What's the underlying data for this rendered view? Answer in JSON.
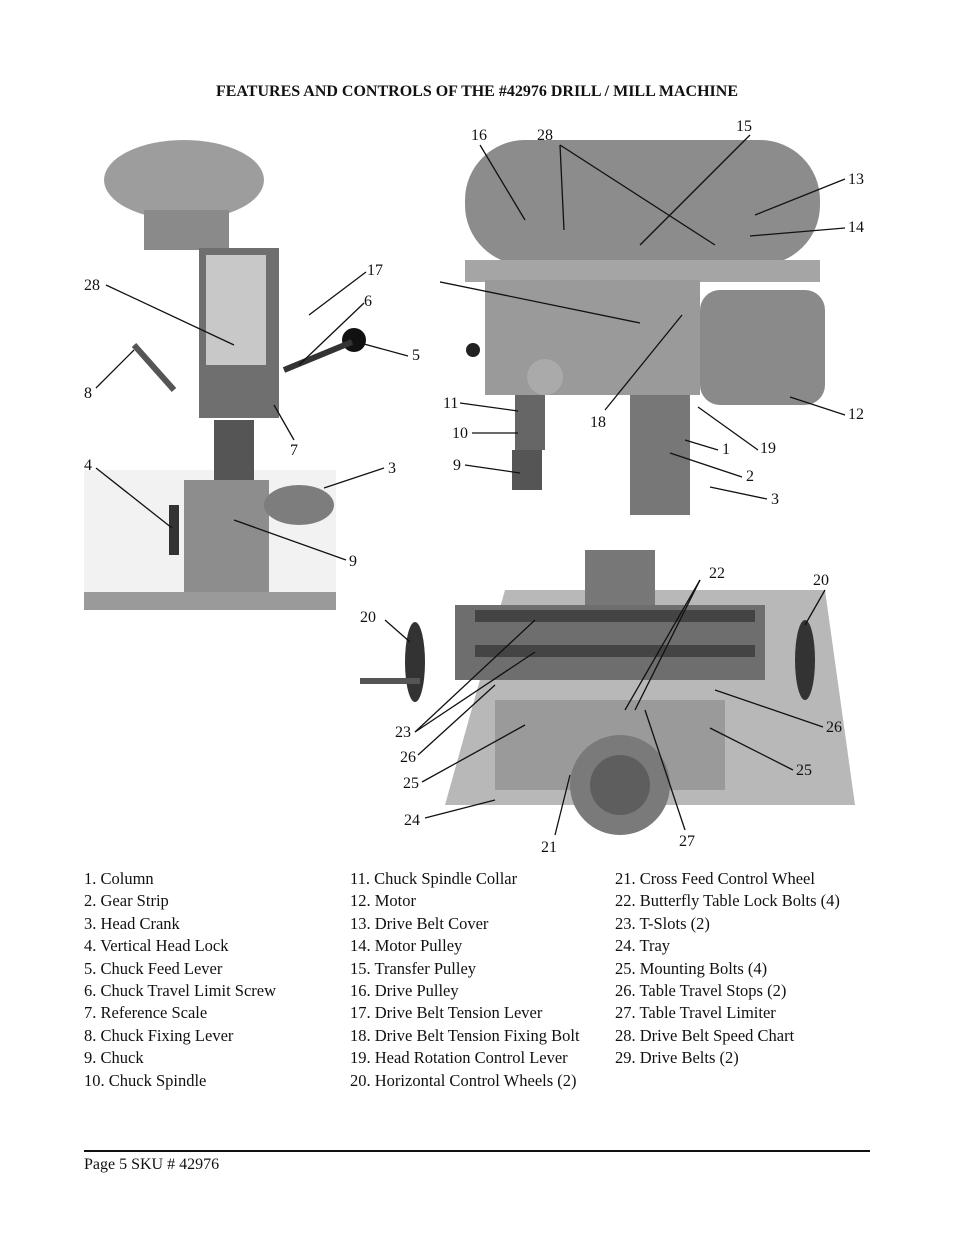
{
  "title": "FEATURES AND CONTROLS OF THE #42976 DRILL / MILL MACHINE",
  "callouts": {
    "front_view": [
      "28",
      "17",
      "6",
      "5",
      "8",
      "7",
      "4",
      "3",
      "9"
    ],
    "side_view": [
      "16",
      "28",
      "15",
      "13",
      "14",
      "11",
      "10",
      "9",
      "18",
      "1",
      "19",
      "2",
      "3",
      "12"
    ],
    "table_view": [
      "22",
      "20",
      "20",
      "23",
      "26",
      "25",
      "24",
      "21",
      "27",
      "26",
      "25"
    ]
  },
  "parts": {
    "col1": [
      "1.  Column",
      "2.  Gear Strip",
      "3.  Head Crank",
      "4.  Vertical Head Lock",
      "5.  Chuck Feed Lever",
      "6.  Chuck Travel Limit Screw",
      "7.  Reference Scale",
      "8.  Chuck Fixing Lever",
      "9.  Chuck",
      "10. Chuck Spindle"
    ],
    "col2": [
      "11.  Chuck Spindle Collar",
      "12.  Motor",
      "13.  Drive Belt Cover",
      "14.  Motor Pulley",
      "15.  Transfer Pulley",
      "16.  Drive Pulley",
      "17.  Drive Belt Tension Lever",
      "18.  Drive Belt Tension Fixing Bolt",
      "19.  Head Rotation Control Lever",
      "20.  Horizontal Control Wheels (2)"
    ],
    "col3": [
      "21.  Cross Feed Control Wheel",
      "22.  Butterfly Table Lock Bolts (4)",
      "23.  T-Slots (2)",
      "24.  Tray",
      "25.  Mounting Bolts (4)",
      "26.  Table Travel Stops (2)",
      "27.  Table Travel Limiter",
      "28.  Drive Belt Speed Chart",
      "29.  Drive Belts (2)"
    ]
  },
  "footer": "Page 5 SKU # 42976"
}
